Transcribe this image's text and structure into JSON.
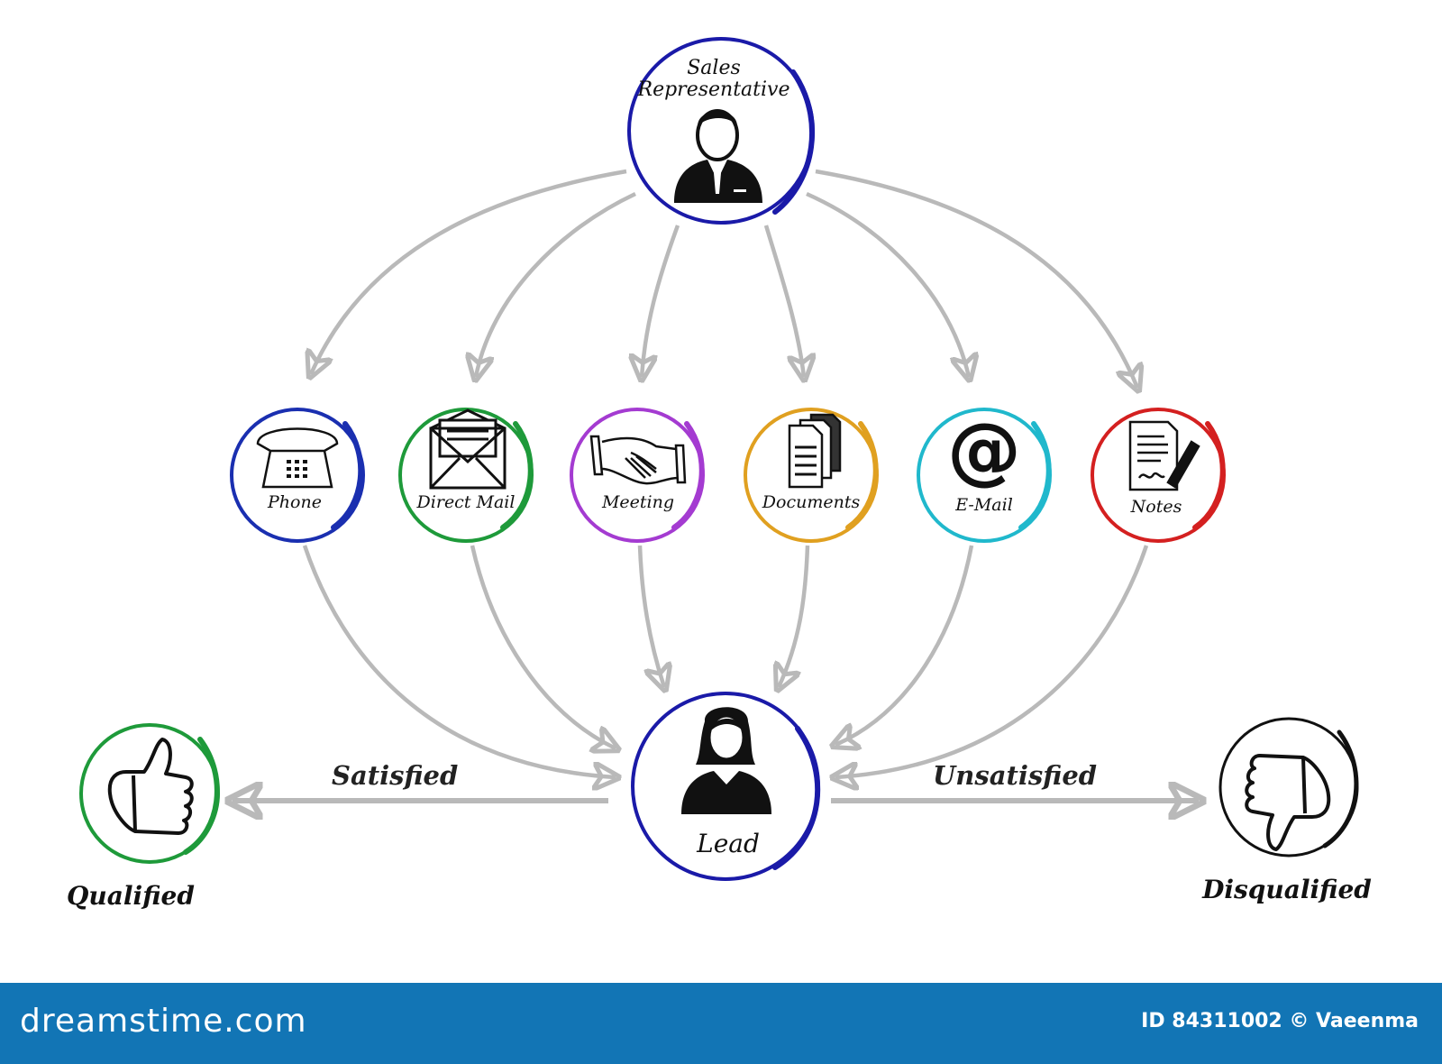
{
  "nodes": {
    "sales_rep": {
      "label_line1": "Sales",
      "label_line2": "Representative",
      "icon": "businessman-icon",
      "color": "#1a1aa8"
    },
    "channels": [
      {
        "key": "phone",
        "label": "Phone",
        "icon": "telephone-icon",
        "color": "#1a2fb0"
      },
      {
        "key": "direct_mail",
        "label": "Direct Mail",
        "icon": "envelope-icon",
        "color": "#1e9a3a"
      },
      {
        "key": "meeting",
        "label": "Meeting",
        "icon": "handshake-icon",
        "color": "#a43bd1"
      },
      {
        "key": "documents",
        "label": "Documents",
        "icon": "documents-icon",
        "color": "#e0a020"
      },
      {
        "key": "email",
        "label": "E-Mail",
        "icon": "at-sign-icon",
        "color": "#20b8cc"
      },
      {
        "key": "notes",
        "label": "Notes",
        "icon": "notes-pen-icon",
        "color": "#d42020"
      }
    ],
    "lead": {
      "label": "Lead",
      "icon": "businesswoman-icon",
      "color": "#1a1aa8"
    },
    "qualified": {
      "label": "Qualified",
      "icon": "thumbs-up-icon",
      "color": "#1e9a3a"
    },
    "disqualified": {
      "label": "Disqualified",
      "icon": "thumbs-down-icon",
      "color": "#111111"
    }
  },
  "edges": {
    "satisfied": "Satisfied",
    "unsatisfied": "Unsatisfied"
  },
  "colors": {
    "arrow": "#b9b9b9",
    "footer": "#1275b5"
  },
  "footer": {
    "logo": "dreamstime.com",
    "id_text": "ID 84311002 © Vaeenma"
  }
}
